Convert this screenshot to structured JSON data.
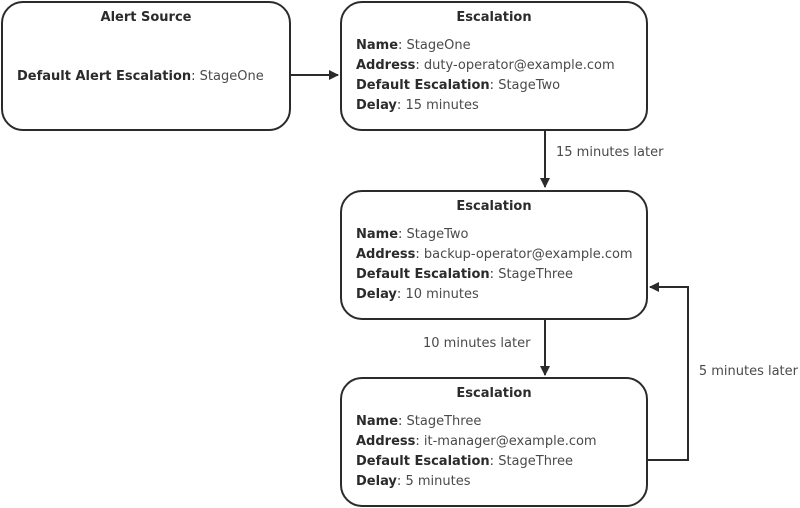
{
  "alert_source": {
    "title": "Alert Source",
    "default_key": "Default Alert Escalation",
    "default_value": "StageOne"
  },
  "escalations": [
    {
      "title": "Escalation",
      "name_key": "Name",
      "name": "StageOne",
      "address_key": "Address",
      "address": "duty-operator@example.com",
      "default_key": "Default Escalation",
      "default": "StageTwo",
      "delay_key": "Delay",
      "delay": "15 minutes"
    },
    {
      "title": "Escalation",
      "name_key": "Name",
      "name": "StageTwo",
      "address_key": "Address",
      "address": "backup-operator@example.com",
      "default_key": "Default Escalation",
      "default": "StageThree",
      "delay_key": "Delay",
      "delay": "10 minutes"
    },
    {
      "title": "Escalation",
      "name_key": "Name",
      "name": "StageThree",
      "address_key": "Address",
      "address": "it-manager@example.com",
      "default_key": "Default Escalation",
      "default": "StageThree",
      "delay_key": "Delay",
      "delay": "5 minutes"
    }
  ],
  "edge_labels": {
    "stage1_to_stage2": "15 minutes later",
    "stage2_to_stage3": "10 minutes later",
    "stage3_to_stage2": "5 minutes later"
  }
}
